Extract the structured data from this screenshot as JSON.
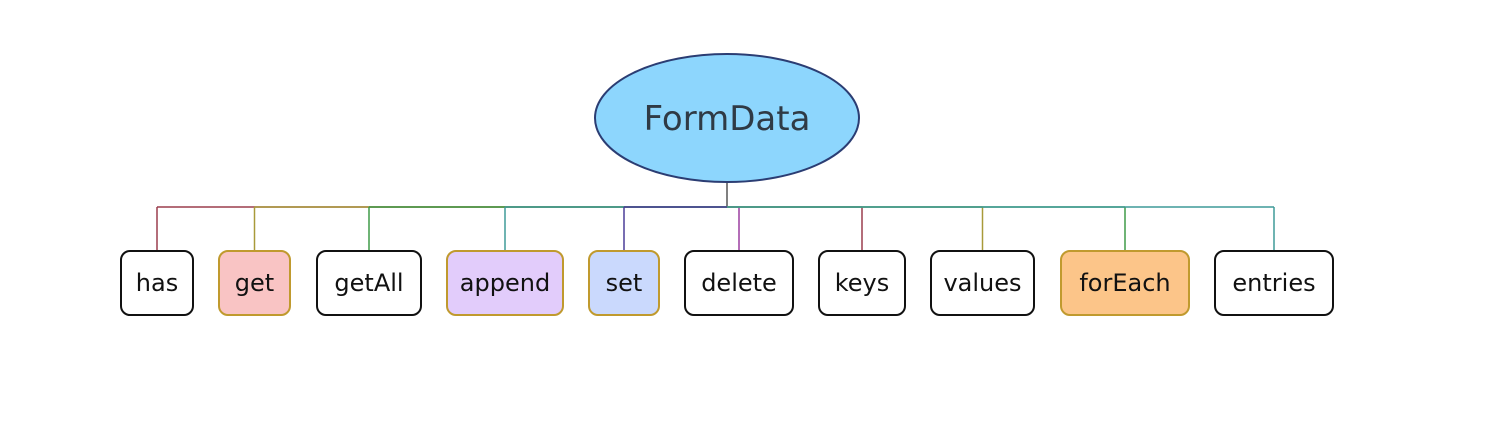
{
  "root": {
    "label": "FormData",
    "fill": "#8dd6fd",
    "stroke": "#2b3d73"
  },
  "children": [
    {
      "label": "has",
      "fill": "#ffffff",
      "stroke": "#111111",
      "line": "#9b3d4d"
    },
    {
      "label": "get",
      "fill": "#f9c4c4",
      "stroke": "#c09a2e",
      "line": "#a89a3a"
    },
    {
      "label": "getAll",
      "fill": "#ffffff",
      "stroke": "#111111",
      "line": "#3f9a48"
    },
    {
      "label": "append",
      "fill": "#e2ccfb",
      "stroke": "#c09a2e",
      "line": "#3f9a98"
    },
    {
      "label": "set",
      "fill": "#cad9fd",
      "stroke": "#c09a2e",
      "line": "#4a3d98"
    },
    {
      "label": "delete",
      "fill": "#ffffff",
      "stroke": "#111111",
      "line": "#9b3da0"
    },
    {
      "label": "keys",
      "fill": "#ffffff",
      "stroke": "#111111",
      "line": "#9b3d4d"
    },
    {
      "label": "values",
      "fill": "#ffffff",
      "stroke": "#111111",
      "line": "#a89a3a"
    },
    {
      "label": "forEach",
      "fill": "#fcc589",
      "stroke": "#c09a2e",
      "line": "#3f9a48"
    },
    {
      "label": "entries",
      "fill": "#ffffff",
      "stroke": "#111111",
      "line": "#3f9a98"
    }
  ]
}
